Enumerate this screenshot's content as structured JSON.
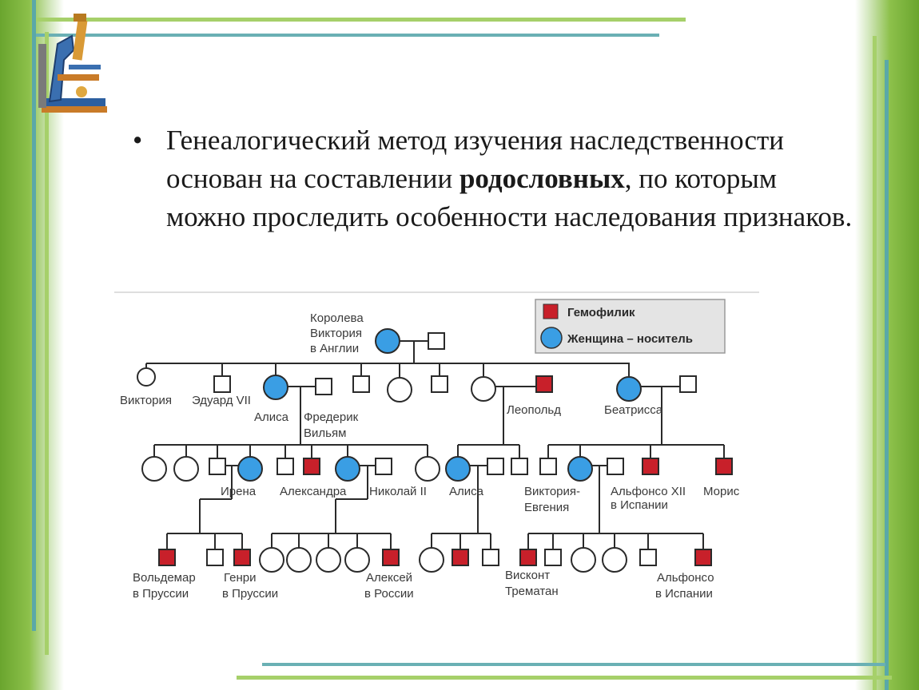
{
  "slide": {
    "bullet": "•",
    "text_before": "Генеалогический метод изучения наследственности основан на составлении ",
    "text_bold": "родословных",
    "text_after": ", по которым можно проследить особенности наследования признаков."
  },
  "legend": {
    "hemophiliac": "Гемофилик",
    "carrier": "Женщина – носитель"
  },
  "labels": {
    "queen_1": "Королева",
    "queen_2": "Виктория",
    "queen_3": "в Англии",
    "viktoria": "Виктория",
    "eduard": "Эдуард VII",
    "alisa_1": "Алиса",
    "frederik_1": "Фредерик",
    "frederik_2": "Вильям",
    "leopold": "Леопольд",
    "beatrissa": "Беатрисса",
    "irena": "Ирена",
    "aleksandra": "Александра",
    "nikolai": "Николай II",
    "alisa_2": "Алиса",
    "vikt_evg_1": "Виктория-",
    "vikt_evg_2": "Евгения",
    "alfonso12_1": "Альфонсо XII",
    "alfonso12_2": "в Испании",
    "moris": "Морис",
    "voldemar_1": "Вольдемар",
    "voldemar_2": "в Пруссии",
    "genri_1": "Генри",
    "genri_2": "в Пруссии",
    "aleksei_1": "Алексей",
    "aleksei_2": "в России",
    "viskont_1": "Висконт",
    "viskont_2": "Трематан",
    "alfonso_1": "Альфонсо",
    "alfonso_2": "в Испании"
  },
  "colors": {
    "hemophiliac": "#c8202a",
    "carrier": "#3a9ee4",
    "accent_green": "#8cc04a",
    "accent_teal": "#5aa8a8"
  },
  "icons": {
    "microscope": "microscope-icon"
  }
}
